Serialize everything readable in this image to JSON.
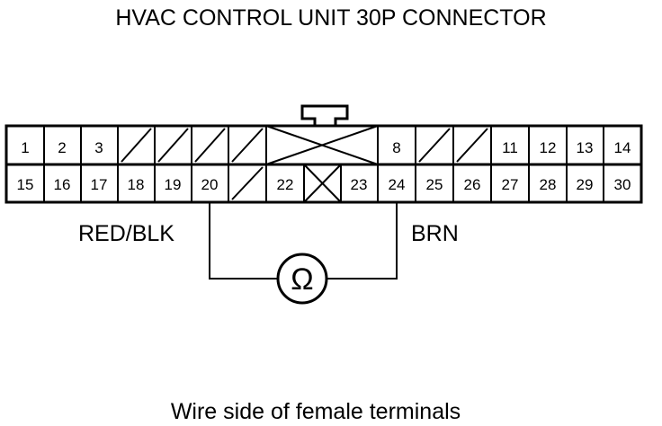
{
  "title": "HVAC CONTROL UNIT 30P CONNECTOR",
  "caption": "Wire side of female terminals",
  "wire_left_label": "RED/BLK",
  "wire_right_label": "BRN",
  "meter_symbol": "Ω",
  "meter_icon": "ohmmeter-icon",
  "connector": {
    "top_row": [
      "1",
      "2",
      "3",
      "",
      "",
      "",
      "",
      "",
      "",
      "8",
      "",
      "",
      "11",
      "12",
      "13",
      "14"
    ],
    "bottom_row": [
      "15",
      "16",
      "17",
      "18",
      "19",
      "20",
      "",
      "22",
      "",
      "23",
      "24",
      "25",
      "26",
      "27",
      "28",
      "29",
      "30"
    ],
    "probe_left_terminal": "20",
    "probe_right_terminal": "24"
  }
}
